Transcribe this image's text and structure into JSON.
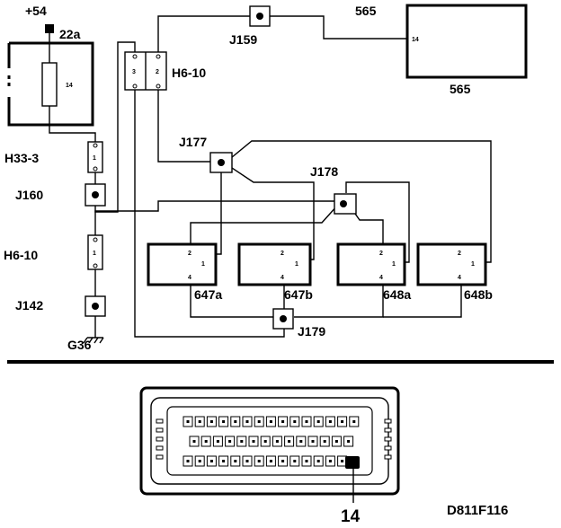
{
  "labels": {
    "plus54": "+54",
    "c22a": "22a",
    "c22a_pin": "14",
    "h33_3": "H33-3",
    "h33_3_pin": "1",
    "j160": "J160",
    "h6_10_left": "H6-10",
    "h6_10_left_pin": "1",
    "j142": "J142",
    "g36": "G36",
    "h6_10_top": "H6-10",
    "h6_10_top_pin3": "3",
    "h6_10_top_pin2": "2",
    "j159": "J159",
    "c565_top": "565",
    "c565_pin": "14",
    "c565_bottom": "565",
    "j177": "J177",
    "j178": "J178",
    "j179": "J179",
    "d647a": "647a",
    "d647b": "647b",
    "d648a": "648a",
    "d648b": "648b",
    "pin2": "2",
    "pin1": "1",
    "pin4": "4",
    "pin14_callout": "14",
    "figure_id": "D811F116"
  }
}
